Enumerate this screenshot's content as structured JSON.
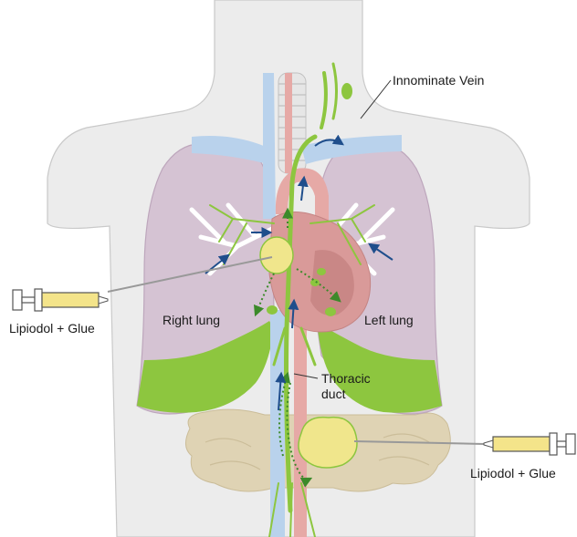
{
  "labels": {
    "innominate_vein": "Innominate Vein",
    "right_lung": "Right lung",
    "left_lung": "Left lung",
    "thoracic_duct_line1": "Thoracic",
    "thoracic_duct_line2": "duct",
    "syringe_left": "Lipiodol + Glue",
    "syringe_right": "Lipiodol + Glue"
  },
  "colors": {
    "body": "#ececec",
    "body_outline": "#c9c9c9",
    "lung": "#d5c3d3",
    "lung_outline": "#bda6bc",
    "vein": "#b9d2ec",
    "artery": "#e6a9a6",
    "heart": "#d99a99",
    "lymph": "#8dc63f",
    "node": "#f0e68c",
    "intestine": "#dfd3b4",
    "arrow": "#1f4e8c",
    "syringe_fill": "#f4e48a"
  }
}
